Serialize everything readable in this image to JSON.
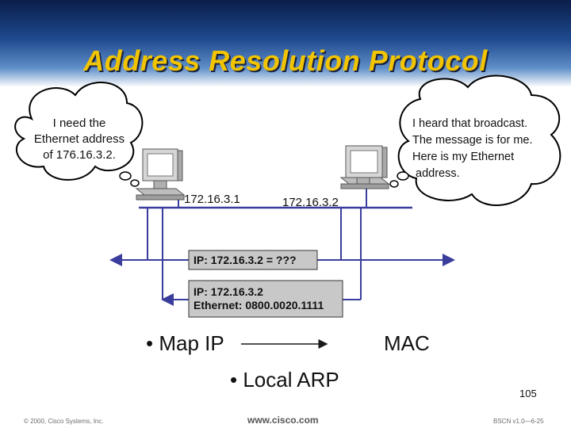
{
  "slide": {
    "title": "Address Resolution Protocol",
    "page_number": "105"
  },
  "clouds": {
    "left_lines": [
      "I need the",
      "Ethernet address",
      "of 176.16.3.2."
    ],
    "right_lines": [
      "I heard that broadcast.",
      "The message is for me.",
      "Here is my Ethernet",
      "address."
    ]
  },
  "hosts": {
    "host1_ip": "172.16.3.1",
    "host2_ip": "172.16.3.2"
  },
  "packets": {
    "request": "IP: 172.16.3.2 = ???",
    "reply_line1": "IP: 172.16.3.2",
    "reply_line2": "Ethernet: 0800.0020.1111"
  },
  "bullets": {
    "map_ip": "• Map IP",
    "mac": "MAC",
    "local_arp": "• Local ARP"
  },
  "footer": {
    "copyright": "© 2000, Cisco Systems, Inc.",
    "website": "www.cisco.com",
    "course_code": "BSCN v1.0—6-25"
  },
  "colors": {
    "title": "#f2c400",
    "network_line": "#3a3d9c",
    "packet_fill": "#c8c8c8"
  }
}
